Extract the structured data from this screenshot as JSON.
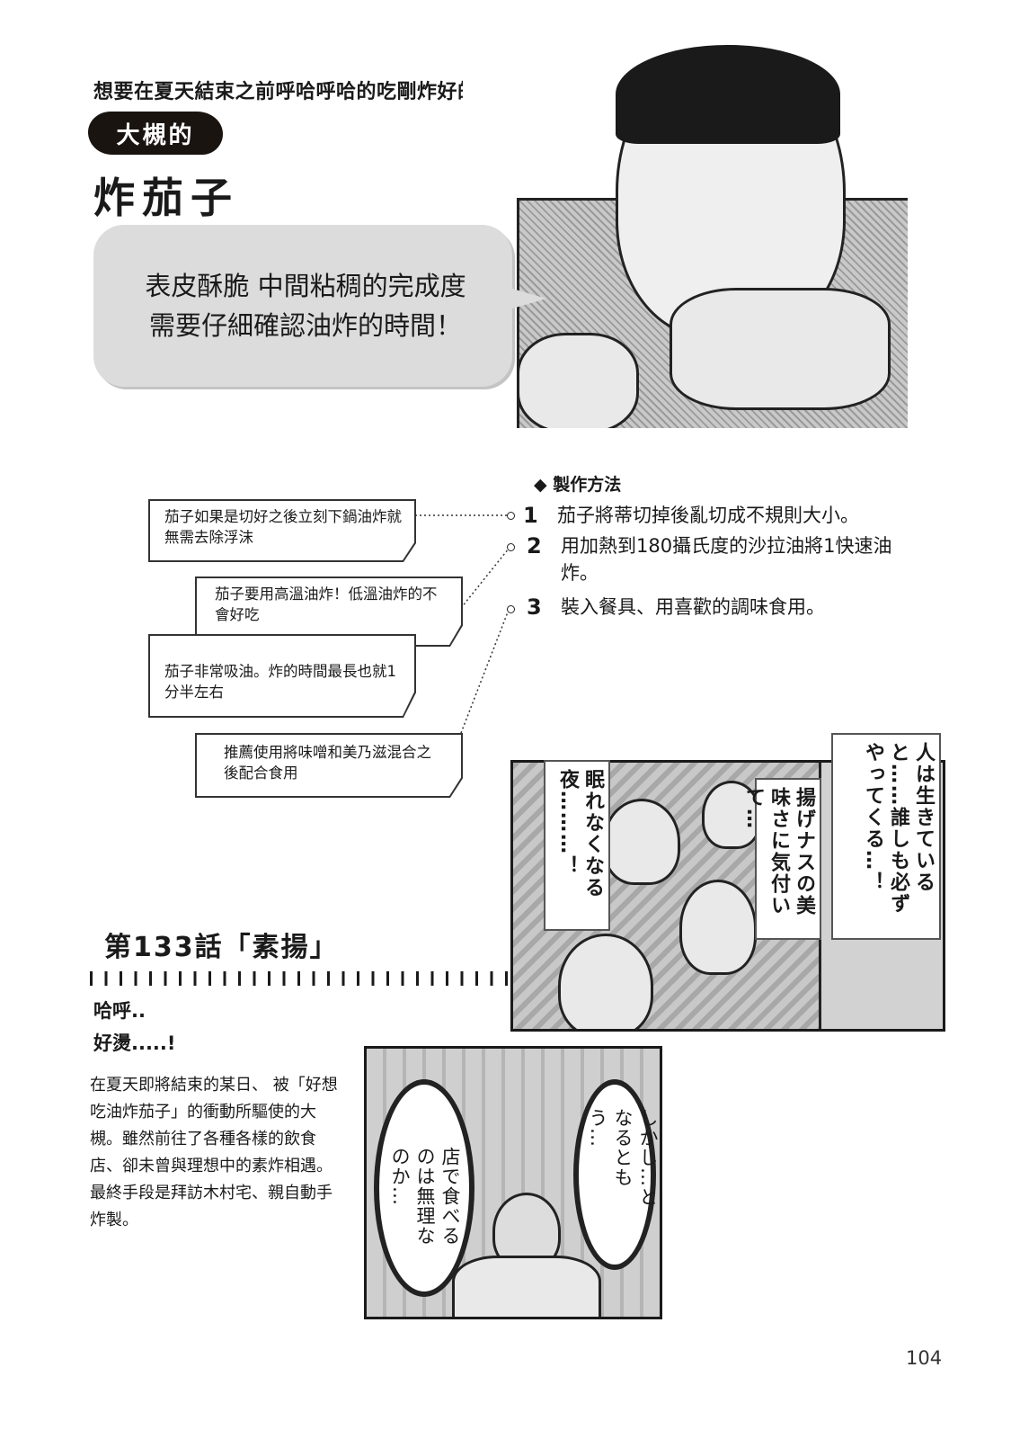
{
  "header": {
    "subtitle": "想要在夏天結束之前呼哈呼哈的吃剛炸好的",
    "badge": "大槻的",
    "title": "炸茄子"
  },
  "speech_bubble": {
    "lines": [
      "表皮酥脆 中間粘稠的完成度",
      "需要仔細確認油炸的時間！"
    ]
  },
  "recipe": {
    "heading": "◆ 製作方法",
    "steps": [
      {
        "num": "1",
        "text": "茄子將蒂切掉後亂切成不規則大小。"
      },
      {
        "num": "2",
        "text": "用加熱到180攝氏度的沙拉油將1快速油炸。"
      },
      {
        "num": "3",
        "text": "裝入餐具、用喜歡的調味食用。"
      }
    ]
  },
  "tips": [
    "茄子如果是切好之後立刻下鍋油炸就無需去除浮沫",
    "茄子要用高溫油炸！低溫油炸的不會好吃",
    "茄子非常吸油。炸的時間最長也就1分半左右",
    "推薦使用將味噌和美乃滋混合之後配合食用"
  ],
  "panel_night": {
    "captions": [
      "人は生きていると……誰しも必ずやってくる…！",
      "揚げナスの美味さに気付いて…",
      "眠れなくなる夜………！"
    ]
  },
  "chapter": {
    "title": "第133話「素揚」",
    "exclaim_lines": [
      "哈呼..",
      "好燙.....!"
    ],
    "summary": "在夏天即將結束的某日、 被「好想吃油炸茄子」的衝動所驅使的大槻。雖然前往了各種各樣的飲食店、卻未曾與理想中的素炸相遇。最終手段是拜訪木村宅、親自動手炸製。"
  },
  "panel_street": {
    "captions": [
      "しかし…となるともう…",
      "店で食べるのは無理なのか…"
    ]
  },
  "page_number": "104"
}
